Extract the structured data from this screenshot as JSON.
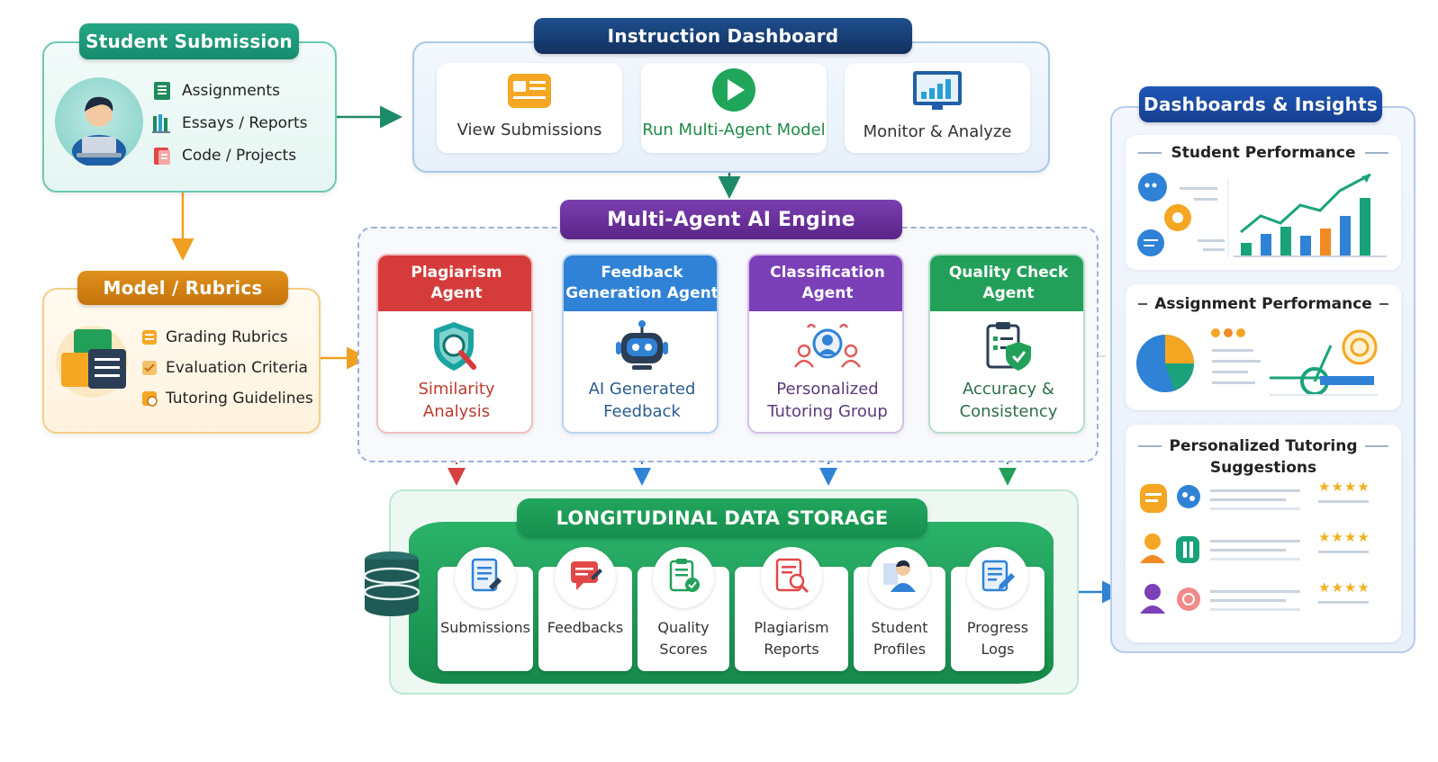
{
  "student_submission": {
    "title": "Student Submission",
    "items": [
      {
        "label": "Assignments",
        "icon": "assignments-icon"
      },
      {
        "label": "Essays / Reports",
        "icon": "essays-icon"
      },
      {
        "label": "Code / Projects",
        "icon": "code-icon"
      }
    ]
  },
  "instruction_dashboard": {
    "title": "Instruction Dashboard",
    "steps": [
      {
        "label": "View Submissions",
        "icon": "submissions-card-icon"
      },
      {
        "label": "Run Multi-Agent Model",
        "icon": "play-icon"
      },
      {
        "label": "Monitor & Analyze",
        "icon": "monitor-chart-icon"
      }
    ]
  },
  "model_rubrics": {
    "title": "Model / Rubrics",
    "items": [
      {
        "label": "Grading Rubrics"
      },
      {
        "label": "Evaluation Criteria"
      },
      {
        "label": "Tutoring Guidelines"
      }
    ]
  },
  "engine": {
    "title": "Multi-Agent AI Engine",
    "agents": [
      {
        "title_line1": "Plagiarism",
        "title_line2": "Agent",
        "desc_line1": "Similarity",
        "desc_line2": "Analysis",
        "header_color": "#d63b3b",
        "text_color": "#c0392b",
        "icon": "shield-search-icon"
      },
      {
        "title_line1": "Feedback",
        "title_line2": "Generation Agent",
        "desc_line1": "AI Generated",
        "desc_line2": "Feedback",
        "header_color": "#2f82d6",
        "text_color": "#2c5d8f",
        "icon": "robot-icon"
      },
      {
        "title_line1": "Classification",
        "title_line2": "Agent",
        "desc_line1": "Personalized",
        "desc_line2": "Tutoring Group",
        "header_color": "#7b3fb8",
        "text_color": "#5a3b7a",
        "icon": "group-icon"
      },
      {
        "title_line1": "Quality Check",
        "title_line2": "Agent",
        "desc_line1": "Accuracy &",
        "desc_line2": "Consistency",
        "header_color": "#22a05a",
        "text_color": "#2d6e48",
        "icon": "clipboard-check-icon"
      }
    ]
  },
  "storage": {
    "title": "LONGITUDINAL DATA STORAGE",
    "items": [
      {
        "line1": "Submissions",
        "line2": "",
        "icon": "submissions-doc-icon"
      },
      {
        "line1": "Feedbacks",
        "line2": "",
        "icon": "feedback-icon"
      },
      {
        "line1": "Quality",
        "line2": "Scores",
        "icon": "quality-scores-icon"
      },
      {
        "line1": "Plagiarism",
        "line2": "Reports",
        "icon": "plagiarism-report-icon"
      },
      {
        "line1": "Student",
        "line2": "Profiles",
        "icon": "student-profile-icon"
      },
      {
        "line1": "Progress",
        "line2": "Logs",
        "icon": "progress-logs-icon"
      }
    ]
  },
  "insights": {
    "title": "Dashboards & Insights",
    "panels": [
      {
        "title": "Student Performance"
      },
      {
        "title": "Assignment Performance"
      },
      {
        "title_line1": "Personalized Tutoring",
        "title_line2": "Suggestions"
      }
    ],
    "ratings": [
      "★★★★",
      "★★★★",
      "★★★★"
    ]
  },
  "colors": {
    "student_header": "#1a9a76",
    "dashboard_header": "#16386e",
    "rubrics_header": "#d4800f",
    "engine_header": "#6a2d9a",
    "storage_green": "#1f9a57",
    "insights_header": "#1a4aa8"
  }
}
